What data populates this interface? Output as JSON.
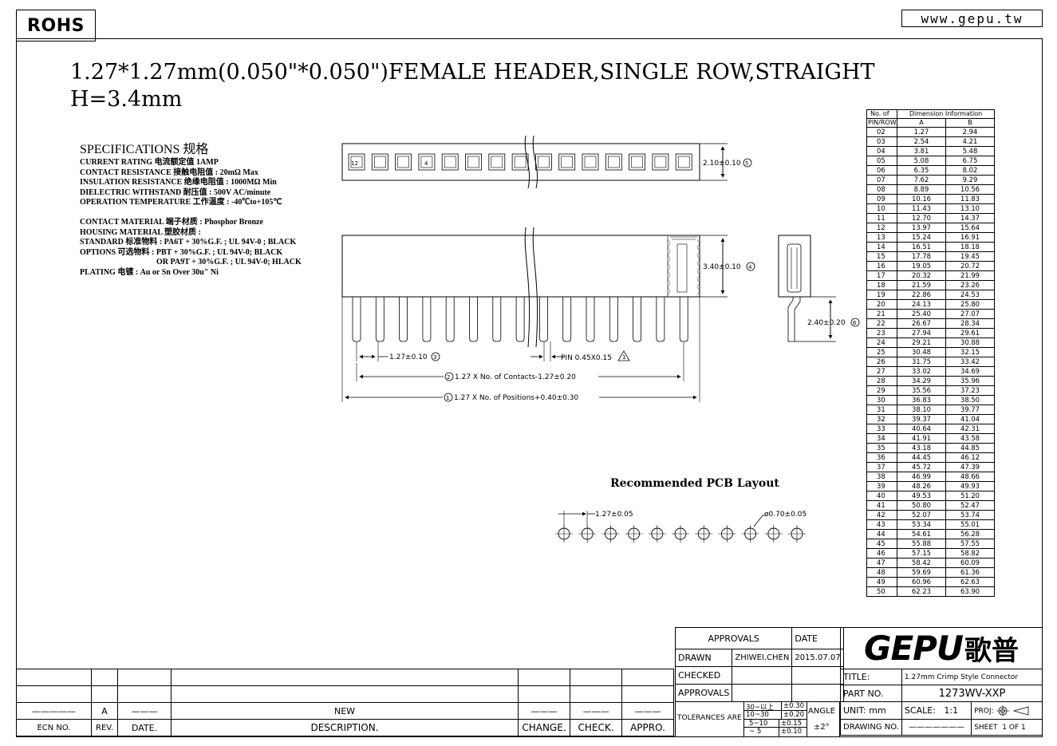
{
  "header": {
    "rohs": "ROHS",
    "website": "www.gepu.tw",
    "title_line1": "1.27*1.27mm(0.050\"*0.050\")FEMALE HEADER,SINGLE ROW,STRAIGHT",
    "title_line2": "H=3.4mm"
  },
  "specs": {
    "heading": "SPECIFICATIONS 规格",
    "lines": [
      "CURRENT RATING 电流额定值 1AMP",
      "CONTACT RESISTANCE 接触电阻值 : 20mΩ Max",
      "INSULATION RESISTANCE 绝缘电阻值 : 1000MΩ Min",
      "DIELECTRIC WITHSTAND 耐压值 : 500V AC/minute",
      "OPERATION TEMPERATURE 工作温度 : -40℃to+105℃"
    ],
    "material_lines": [
      "CONTACT MATERIAL 端子材质 : Phosphor Bronze",
      "HOUSING MATERIAL 塑胶材质 :",
      "STANDARD 标准物料 : PA6T + 30%G.F. ; UL 94V-0 ; BLACK",
      "OPTIONS 可选物料 : PBT + 30%G.F. ; UL 94V-0; BLACK",
      "OR PA9T + 30%G.F. ; UL 94V-0; HLACK",
      "PLATING 电镀 :  Au or Sn Over 30u\" Ni"
    ]
  },
  "drawing": {
    "top_labels": {
      "pin12": "12",
      "pin4": "4"
    },
    "dim_top": "2.10±0.10",
    "dim_top_ref": "5",
    "dim_height": "3.40±0.10",
    "dim_height_ref": "4",
    "dim_tail": "2.40±0.20",
    "dim_tail_ref": "6",
    "dim_pitch": "1.27±0.10",
    "dim_pitch_ref": "3",
    "dim_pin": "PIN 0.45X0.15",
    "dim_pin_ref": "1",
    "dim_contacts": "1.27 X No. of Contacts-1.27±0.20",
    "dim_contacts_ref": "2",
    "dim_positions": "1.27 X No. of Positions+0.40±0.30",
    "dim_positions_ref": "1"
  },
  "pcb": {
    "title": "Recommended PCB Layout",
    "pitch": "1.27±0.05",
    "hole": "ø0.70±0.05"
  },
  "dim_table": {
    "h1": "No. of",
    "h2": "PIN/ROW",
    "h_group": "Dimension Information",
    "h_a": "A",
    "h_b": "B",
    "rows": [
      [
        "02",
        "1.27",
        "2.94"
      ],
      [
        "03",
        "2.54",
        "4.21"
      ],
      [
        "04",
        "3.81",
        "5.48"
      ],
      [
        "05",
        "5.08",
        "6.75"
      ],
      [
        "06",
        "6.35",
        "8.02"
      ],
      [
        "07",
        "7.62",
        "9.29"
      ],
      [
        "08",
        "8.89",
        "10.56"
      ],
      [
        "09",
        "10.16",
        "11.83"
      ],
      [
        "10",
        "11.43",
        "13.10"
      ],
      [
        "11",
        "12.70",
        "14.37"
      ],
      [
        "12",
        "13.97",
        "15.64"
      ],
      [
        "13",
        "15.24",
        "16.91"
      ],
      [
        "14",
        "16.51",
        "18.18"
      ],
      [
        "15",
        "17.78",
        "19.45"
      ],
      [
        "16",
        "19.05",
        "20.72"
      ],
      [
        "17",
        "20.32",
        "21.99"
      ],
      [
        "18",
        "21.59",
        "23.26"
      ],
      [
        "19",
        "22.86",
        "24.53"
      ],
      [
        "20",
        "24.13",
        "25.80"
      ],
      [
        "21",
        "25.40",
        "27.07"
      ],
      [
        "22",
        "26.67",
        "28.34"
      ],
      [
        "23",
        "27.94",
        "29.61"
      ],
      [
        "24",
        "29.21",
        "30.88"
      ],
      [
        "25",
        "30.48",
        "32.15"
      ],
      [
        "26",
        "31.75",
        "33.42"
      ],
      [
        "27",
        "33.02",
        "34.69"
      ],
      [
        "28",
        "34.29",
        "35.96"
      ],
      [
        "29",
        "35.56",
        "37.23"
      ],
      [
        "30",
        "36.83",
        "38.50"
      ],
      [
        "31",
        "38.10",
        "39.77"
      ],
      [
        "32",
        "39.37",
        "41.04"
      ],
      [
        "33",
        "40.64",
        "42.31"
      ],
      [
        "34",
        "41.91",
        "43.58"
      ],
      [
        "35",
        "43.18",
        "44.85"
      ],
      [
        "36",
        "44.45",
        "46.12"
      ],
      [
        "37",
        "45.72",
        "47.39"
      ],
      [
        "38",
        "46.99",
        "48.66"
      ],
      [
        "39",
        "48.26",
        "49.93"
      ],
      [
        "40",
        "49.53",
        "51.20"
      ],
      [
        "41",
        "50.80",
        "52.47"
      ],
      [
        "42",
        "52.07",
        "53.74"
      ],
      [
        "43",
        "53.34",
        "55.01"
      ],
      [
        "44",
        "54.61",
        "56.28"
      ],
      [
        "45",
        "55.88",
        "57.55"
      ],
      [
        "46",
        "57.15",
        "58.82"
      ],
      [
        "47",
        "58.42",
        "60.09"
      ],
      [
        "48",
        "59.69",
        "61.36"
      ],
      [
        "49",
        "60.96",
        "62.63"
      ],
      [
        "50",
        "62.23",
        "63.90"
      ]
    ]
  },
  "title_block": {
    "approvals_head": "APPROVALS",
    "date_head": "DATE",
    "drawn_label": "DRAWN",
    "drawn_name": "ZHIWEI.CHEN",
    "drawn_date": "2015.07.07",
    "checked_label": "CHECKED",
    "approvals_label": "APPROVALS",
    "tolerances_label": "TOLERANCES ARE",
    "tol_rows": [
      [
        "30~以上",
        "±0.30"
      ],
      [
        "10~30",
        "±0.20"
      ],
      [
        "5~10",
        "±0.15"
      ],
      [
        "~ 5",
        "±0.10"
      ]
    ],
    "angle_label": "ANGLE",
    "angle_value": "±2°",
    "logo_text": "GEPU",
    "logo_cn": "歌普",
    "title_label": "TITLE:",
    "title_value": "1.27mm Crimp Style Connector",
    "part_label": "PART NO.",
    "part_value": "1273WV-XXP",
    "unit_label": "UNIT: mm",
    "scale_label": "SCALE:",
    "scale_value": "1:1",
    "proj_label": "PROJ:",
    "drawing_no_label": "DRAWING NO.",
    "sheet_label": "SHEET",
    "sheet_value": "1",
    "of_label": "OF",
    "of_value": "1"
  },
  "revision": {
    "rev_value": "A",
    "desc_value": "NEW",
    "ecn_label": "ECN NO.",
    "rev_label": "REV.",
    "date_label": "DATE.",
    "desc_label": "DESCRIPTION.",
    "change_label": "CHANGE.",
    "check_label": "CHECK.",
    "appro_label": "APPRO."
  }
}
